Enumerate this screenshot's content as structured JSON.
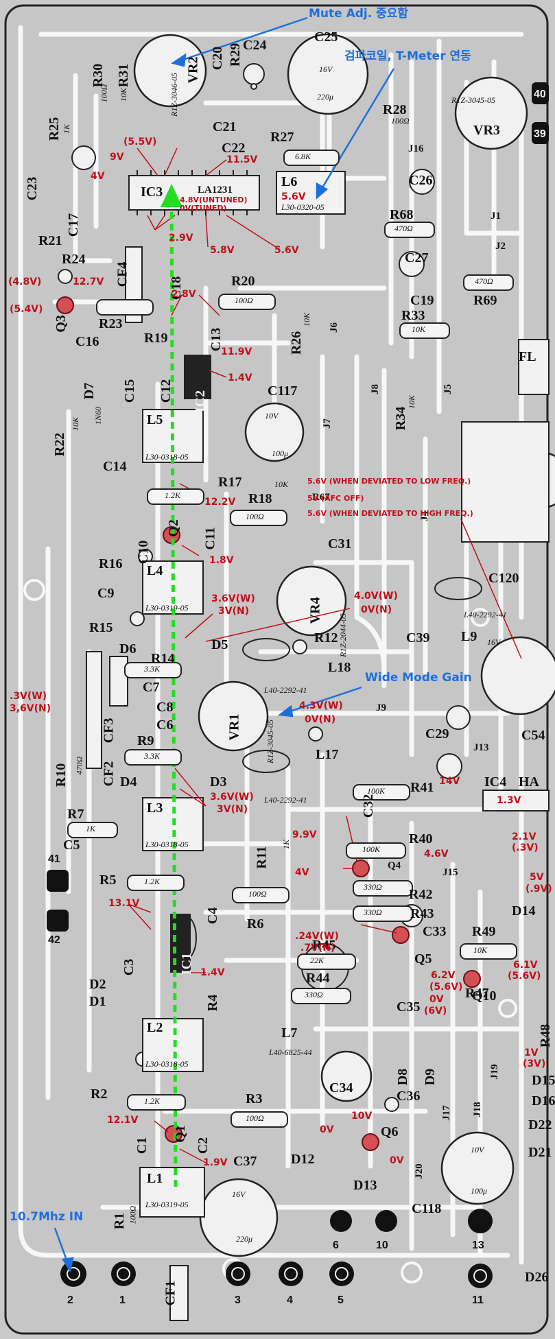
{
  "annotations": {
    "mute_adj": "Mute Adj. 중요함",
    "detector_coil": "검파코일, T-Meter 연동",
    "wide_mode_gain": "Wide Mode Gain",
    "input": "10.7Mhz IN"
  },
  "colors": {
    "board": "#c9c9c9",
    "trace": "#f7f7f7",
    "voltage_text": "#c0101a",
    "annotation_blue": "#1e6fdc",
    "signal_path_green": "#22dd22"
  },
  "refs": {
    "r30": "R30",
    "r31": "R31",
    "c20": "C20",
    "r29": "R29",
    "c24": "C24",
    "c25": "C25",
    "r25": "R25",
    "r28": "R28",
    "c21": "C21",
    "c22": "C22",
    "r27": "R27",
    "c23": "C23",
    "ic3": "IC3",
    "ic3_part": "LA1231",
    "l6": "L6",
    "c26": "C26",
    "vr3": "VR3",
    "vr2": "VR2",
    "c17": "C17",
    "r68": "R68",
    "j1": "J1",
    "j2": "J2",
    "j16": "J16",
    "r21": "R21",
    "r24": "R24",
    "cf4": "CF4",
    "c18": "C18",
    "c27": "C27",
    "q3": "Q3",
    "r23": "R23",
    "r20": "R20",
    "r69": "R69",
    "r19": "R19",
    "c13": "C13",
    "c19": "C19",
    "r26": "R26",
    "j6": "J6",
    "r33": "R33",
    "c16": "C16",
    "c15": "C15",
    "d7": "D7",
    "ic2": "IC2",
    "c12": "C12",
    "fl": "FL",
    "r22": "R22",
    "c117": "C117",
    "j8": "J8",
    "j7": "J7",
    "r34": "R34",
    "j5": "J5",
    "l5": "L5",
    "c14": "C14",
    "r17": "R17",
    "r18": "R18",
    "r67": "R67",
    "c11": "C11",
    "q2": "Q2",
    "c10": "C10",
    "j4": "J4",
    "c31": "C31",
    "r16": "R16",
    "l4": "L4",
    "vr4": "VR4",
    "c120": "C120",
    "c9": "C9",
    "r15": "R15",
    "l9": "L9",
    "d6": "D6",
    "d5": "D5",
    "r12": "R12",
    "c39": "C39",
    "r14": "R14",
    "cf3": "CF3",
    "c7": "C7",
    "l18": "L18",
    "c8": "C8",
    "vr1": "VR1",
    "j9": "J9",
    "c6": "C6",
    "r10": "R10",
    "cf2": "CF2",
    "r9": "R9",
    "c29": "C29",
    "j13": "J13",
    "c54": "C54",
    "l17": "L17",
    "d4": "D4",
    "d3": "D3",
    "c32": "C32",
    "r7": "R7",
    "ic4": "IC4",
    "ic4_part": "HA",
    "c5": "C5",
    "l3": "L3",
    "r11": "R11",
    "r41": "R41",
    "r40": "R40",
    "q4": "Q4",
    "r5": "R5",
    "j15": "J15",
    "c4": "C4",
    "r42": "R42",
    "r6": "R6",
    "c3": "C3",
    "ic1": "IC1",
    "r43": "R43",
    "c33": "C33",
    "r49": "R49",
    "d14": "D14",
    "r45": "R45",
    "q5": "Q5",
    "r4": "R4",
    "r44": "R44",
    "d2": "D2",
    "d1": "D1",
    "c35": "C35",
    "r47": "R47",
    "q10": "Q10",
    "r48": "R48",
    "l2": "L2",
    "l7": "L7",
    "d8": "D8",
    "d9": "D9",
    "j19": "J19",
    "d15": "D15",
    "r2": "R2",
    "r3": "R3",
    "c34": "C34",
    "c36": "C36",
    "j17": "J17",
    "j18": "J18",
    "d16": "D16",
    "q1": "Q1",
    "c2": "C2",
    "q6": "Q6",
    "d22": "D22",
    "c1": "C1",
    "c37": "C37",
    "d12": "D12",
    "j20": "J20",
    "d21": "D21",
    "r1": "R1",
    "l1": "L1",
    "d13": "D13",
    "c118": "C118",
    "cf1": "CF1",
    "d26": "D26"
  },
  "values": {
    "c25_v": "16V",
    "c25_u": "220μ",
    "r28_v": "100Ω",
    "r27_v": "6.8K",
    "r30_v": "100Ω",
    "r31_v": "10K",
    "r25_v": "1K",
    "l6_part": "L30-0320-05",
    "vr3_part": "R1Z-3045-05",
    "vr2_part": "R1Z-3046-05",
    "r68_v": "470Ω",
    "r69_v": "470Ω",
    "r20_v": "100Ω",
    "r26_v": "10K",
    "r33_v": "10K",
    "r22_v": "10K",
    "d7_v": "1N60",
    "c117_v": "10V",
    "c117_u": "100μ",
    "r34_v": "10K",
    "l5_part": "L30-0318-05",
    "r17_v": "1.2K",
    "r18_v": "100Ω",
    "r67_v": "10K",
    "l4_part": "L30-0319-05",
    "vr4_part": "R1Z-2044-05",
    "l9_part": "L40-2292-41",
    "r14_v": "3.3K",
    "l18_part": "L40-2292-41",
    "vr1_part": "R1Z-3045-05",
    "r10_v": "470Ω",
    "r9_v": "3.3K",
    "l17_part": "L40-2292-41",
    "r7_v": "1K",
    "l3_part": "L30-0318-05",
    "r11_v": "1K",
    "r41_v": "100K",
    "r40_v": "100K",
    "r5_v": "1.2K",
    "r42_v": "330Ω",
    "r6_v": "100Ω",
    "r43_v": "330Ω",
    "r45_v": "22K",
    "r44_v": "330Ω",
    "r47_v": "10K",
    "l2_part": "L30-0318-05",
    "l7_part": "L40-6825-44",
    "r2_v": "1.2K",
    "r3_v": "100Ω",
    "l1_part": "L30-0319-05",
    "c37_v": "16V",
    "c37_u": "220μ",
    "r1_v": "100Ω",
    "c118_v": "10V",
    "c118_u": "100μ",
    "l9_cap_v": "16V"
  },
  "voltages": {
    "v_5_5": "(5.5V)",
    "v_9": "9V",
    "v_11_5": "11.5V",
    "v_4": "4V",
    "v_4_8_untuned": "4.8V(UNTUNED)",
    "v_0_tuned": "0V(TUNED)",
    "v_l6": "5.6V",
    "v_2_9": "2.9V",
    "v_5_8": "5.8V",
    "v_5_6": "5.6V",
    "v_4_8p": "(4.8V)",
    "v_12_7": "12.7V",
    "v_5_4p": "(5.4V)",
    "v_2_8": "2.8V",
    "v_11_9": "11.9V",
    "v_1_4a": "1.4V",
    "v_12_2": "12.2V",
    "v_1_8": "1.8V",
    "afc_low": "5.6V (WHEN DEVIATED TO LOW FREQ.)",
    "afc_off": "5V (AFC OFF)",
    "afc_high": "5.6V (WHEN DEVIATED TO HIGH FREQ.)",
    "v_3_6w_a": "3.6V(W)",
    "v_3n_a": "3V(N)",
    "v_4w": "4.0V(W)",
    "v_0n_a": "0V(N)",
    "v_3w_left": ".3V(W)",
    "v_3_6n_left": "3,6V(N)",
    "v_4_3w": "4.3V(W)",
    "v_0n_b": "0V(N)",
    "v_3_6w_b": "3.6V(W)",
    "v_3n_b": "3V(N)",
    "v_14": "14V",
    "v_1_3": "1.3V",
    "v_9_9": "9.9V",
    "v_4_6": "4.6V",
    "v_4b": "4V",
    "v_2_1": "2.1V",
    "v_3p": "(.3V)",
    "v_13_1": "13.1V",
    "v_5": "5V",
    "v_9p": "(.9V)",
    "v_1_4b": "1.4V",
    "v_24w": ".24V(W)",
    "v_7n": ".7V(N)",
    "v_6_2": "6.2V",
    "v_5_6p": "(5.6V)",
    "v_0v": "0V",
    "v_6vp": "(6V)",
    "v_6_1": "6.1V",
    "v_5_6p2": "(5.6V)",
    "v_1v": "1V",
    "v_3vp": "(3V)",
    "v_12_1": "12.1V",
    "v_1_9": "1.9V",
    "v_0v_b": "0V",
    "v_10v": "10V",
    "v_0v_c": "0V"
  },
  "pins": {
    "p2": "2",
    "p1": "1",
    "p3": "3",
    "p4": "4",
    "p5": "5",
    "p6": "6",
    "p10": "10",
    "p13": "13",
    "p11": "11",
    "p41": "41",
    "p42": "42",
    "p40": "40",
    "p39": "39"
  }
}
